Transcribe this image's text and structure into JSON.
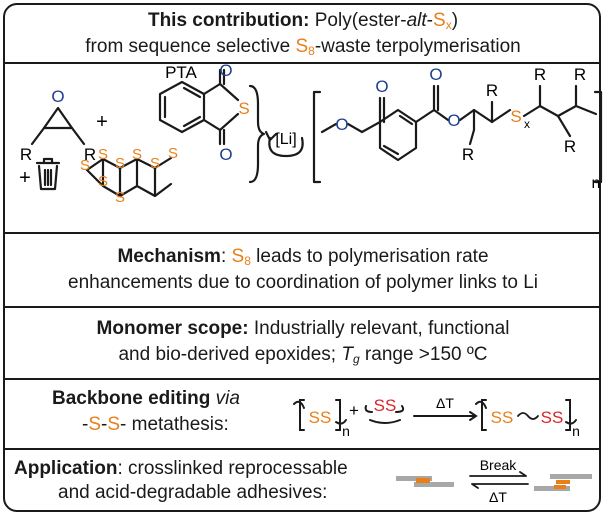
{
  "header": {
    "bold": "This contribution:",
    "t1": " Poly(ester-",
    "alt": "alt",
    "t2": "-",
    "s": "S",
    "x": "x",
    "t3": ")",
    "line2a": "from sequence selective ",
    "line2s": "S",
    "line2n": "8",
    "line2b": "-waste terpolymerisation"
  },
  "scheme": {
    "o": "O",
    "r": "R",
    "plus": "+",
    "pta": "PTA",
    "s": "S",
    "li": "[Li]",
    "x": "x",
    "n": "n"
  },
  "mechanism": {
    "bold": "Mechanism",
    "colon": ": ",
    "s": "S",
    "sub": "8",
    "rest1": " leads to polymerisation rate",
    "line2": "enhancements due to coordination of polymer links to Li"
  },
  "scope": {
    "bold": "Monomer scope:",
    "rest1": " Industrially relevant, functional",
    "line2a": "and bio-derived epoxides; ",
    "tg": "T",
    "g": "g",
    "line2b": " range >150 ºC"
  },
  "editing": {
    "bold": "Backbone editing",
    "via": " via",
    "l2a": "-",
    "s1": "S",
    "dash": "-",
    "s2": "S",
    "l2b": "- metathesis:",
    "ss": "SS",
    "n": "n",
    "plus": "+",
    "dt": "ΔT"
  },
  "application": {
    "bold": "Application",
    "rest1": ": crosslinked reprocessable",
    "line2": "and acid-degradable adhesives:",
    "break": "Break",
    "dt": "ΔT"
  },
  "colors": {
    "orange": "#e8801a",
    "red": "#d9262c",
    "blue": "#1f3f8f",
    "gray": "#a8a8a8"
  }
}
